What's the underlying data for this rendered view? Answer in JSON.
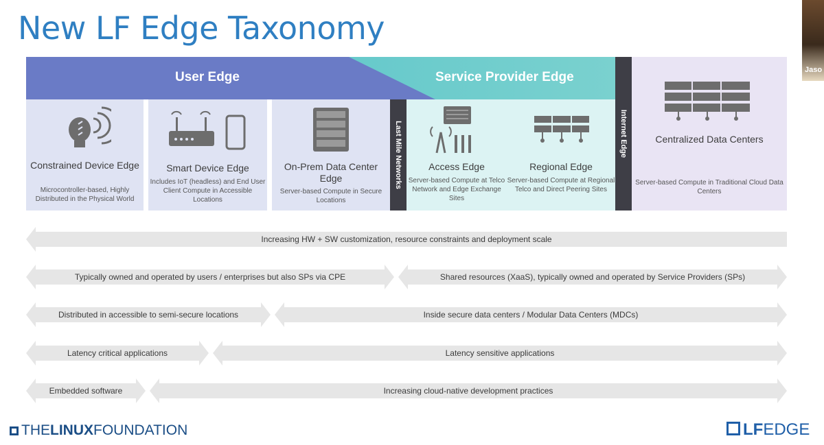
{
  "title": "New LF Edge Taxonomy",
  "presenter_label": "Jaso",
  "bands": {
    "user_edge": "User Edge",
    "service_provider_edge": "Service Provider Edge"
  },
  "dividers": {
    "last_mile": "Last Mile Networks",
    "internet_edge": "Internet Edge"
  },
  "columns": [
    {
      "title": "Constrained Device Edge",
      "desc": "Microcontroller-based, Highly Distributed in the Physical World",
      "icon": "smart-bulb-icon"
    },
    {
      "title": "Smart Device Edge",
      "desc": "Includes IoT (headless) and End User Client Compute in Accessible Locations",
      "icon": "router-phone-icon"
    },
    {
      "title": "On-Prem Data Center Edge",
      "desc": "Server-based Compute in Secure Locations",
      "icon": "server-rack-icon"
    },
    {
      "title": "Access Edge",
      "desc": "Server-based Compute at Telco Network and Edge Exchange Sites",
      "icon": "cell-tower-icon"
    },
    {
      "title": "Regional Edge",
      "desc": "Server-based Compute at Regional Telco and Direct Peering Sites",
      "icon": "server-array-icon"
    },
    {
      "title": "Centralized Data Centers",
      "desc": "Server-based Compute in Traditional Cloud Data Centers",
      "icon": "data-center-icon"
    }
  ],
  "arrows": [
    {
      "label": "Increasing HW + SW customization, resource constraints and deployment scale"
    },
    {
      "label": "Typically owned and operated by users / enterprises but also SPs via CPE"
    },
    {
      "label": "Shared resources (XaaS), typically owned and operated by Service Providers (SPs)"
    },
    {
      "label": "Distributed in accessible to semi-secure locations"
    },
    {
      "label": "Inside secure data centers / Modular Data Centers (MDCs)"
    },
    {
      "label": "Latency critical applications"
    },
    {
      "label": "Latency sensitive applications"
    },
    {
      "label": "Embedded software"
    },
    {
      "label": "Increasing cloud-native development practices"
    }
  ],
  "footer": {
    "lf_the": "THE",
    "lf_linux": "LINUX",
    "lf_foundation": "FOUNDATION",
    "lf_edge_lf": "LF",
    "lf_edge_edge": "EDGE"
  },
  "colors": {
    "title": "#2f7fc2",
    "user_edge": "#6a7bc6",
    "service_provider_edge": "#5fc4c4",
    "user_tile": "#dfe3f3",
    "sp_tile": "#dcf3f3",
    "cloud_tile": "#e9e4f4",
    "divider": "#3e3e46",
    "arrow": "#e6e6e6"
  }
}
